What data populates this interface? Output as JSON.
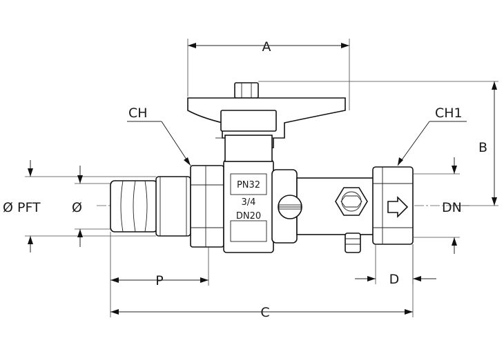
{
  "dimensions": {
    "a": "A",
    "b": "B",
    "c": "C",
    "d": "D",
    "p": "P",
    "dn": "DN",
    "ch": "CH",
    "ch1": "CH1",
    "diameter_pft": "Ø PFT",
    "diameter": "Ø"
  },
  "body_marks": {
    "pressure": "PN32",
    "size": "3/4",
    "nominal": "DN20"
  },
  "colors": {
    "line": "#111111",
    "background": "#ffffff"
  },
  "icons": {
    "flow_direction": "arrow-right-icon"
  }
}
